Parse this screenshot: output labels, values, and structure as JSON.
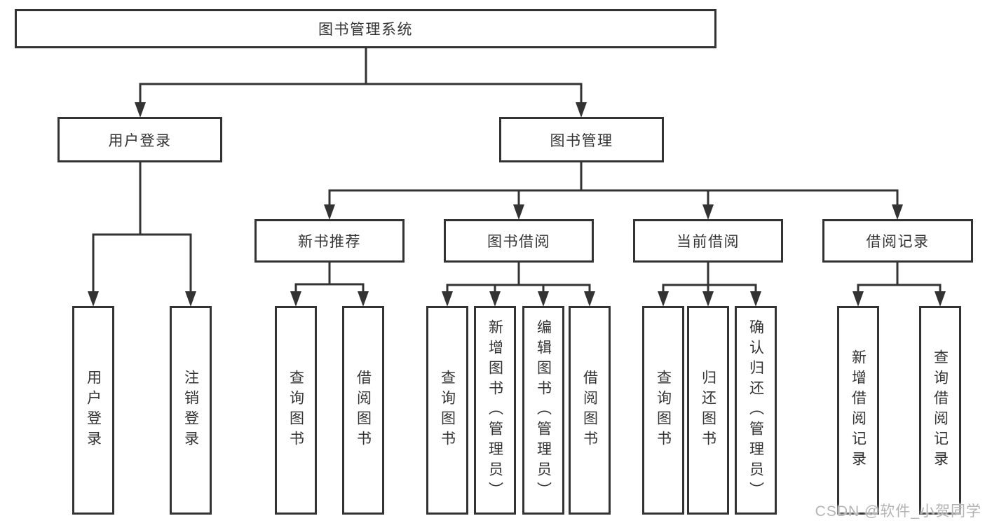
{
  "diagram": {
    "root": {
      "label": "图书管理系统"
    },
    "branches": [
      {
        "label": "用户登录",
        "children": [
          {
            "label": "用户登录"
          },
          {
            "label": "注销登录"
          }
        ]
      },
      {
        "label": "图书管理",
        "children": [
          {
            "label": "新书推荐",
            "children": [
              {
                "label": "查询图书"
              },
              {
                "label": "借阅图书"
              }
            ]
          },
          {
            "label": "图书借阅",
            "children": [
              {
                "label": "查询图书"
              },
              {
                "label": "新增图书（管理员）"
              },
              {
                "label": "编辑图书（管理员）"
              },
              {
                "label": "借阅图书"
              }
            ]
          },
          {
            "label": "当前借阅",
            "children": [
              {
                "label": "查询图书"
              },
              {
                "label": "归还图书"
              },
              {
                "label": "确认归还（管理员）"
              }
            ]
          },
          {
            "label": "借阅记录",
            "children": [
              {
                "label": "新增借阅记录"
              },
              {
                "label": "查询借阅记录"
              }
            ]
          }
        ]
      }
    ],
    "line_color": "#333333",
    "watermark_color": "#b4b4b4"
  },
  "watermark": {
    "text": "CSDN @软件_小贺同学"
  }
}
